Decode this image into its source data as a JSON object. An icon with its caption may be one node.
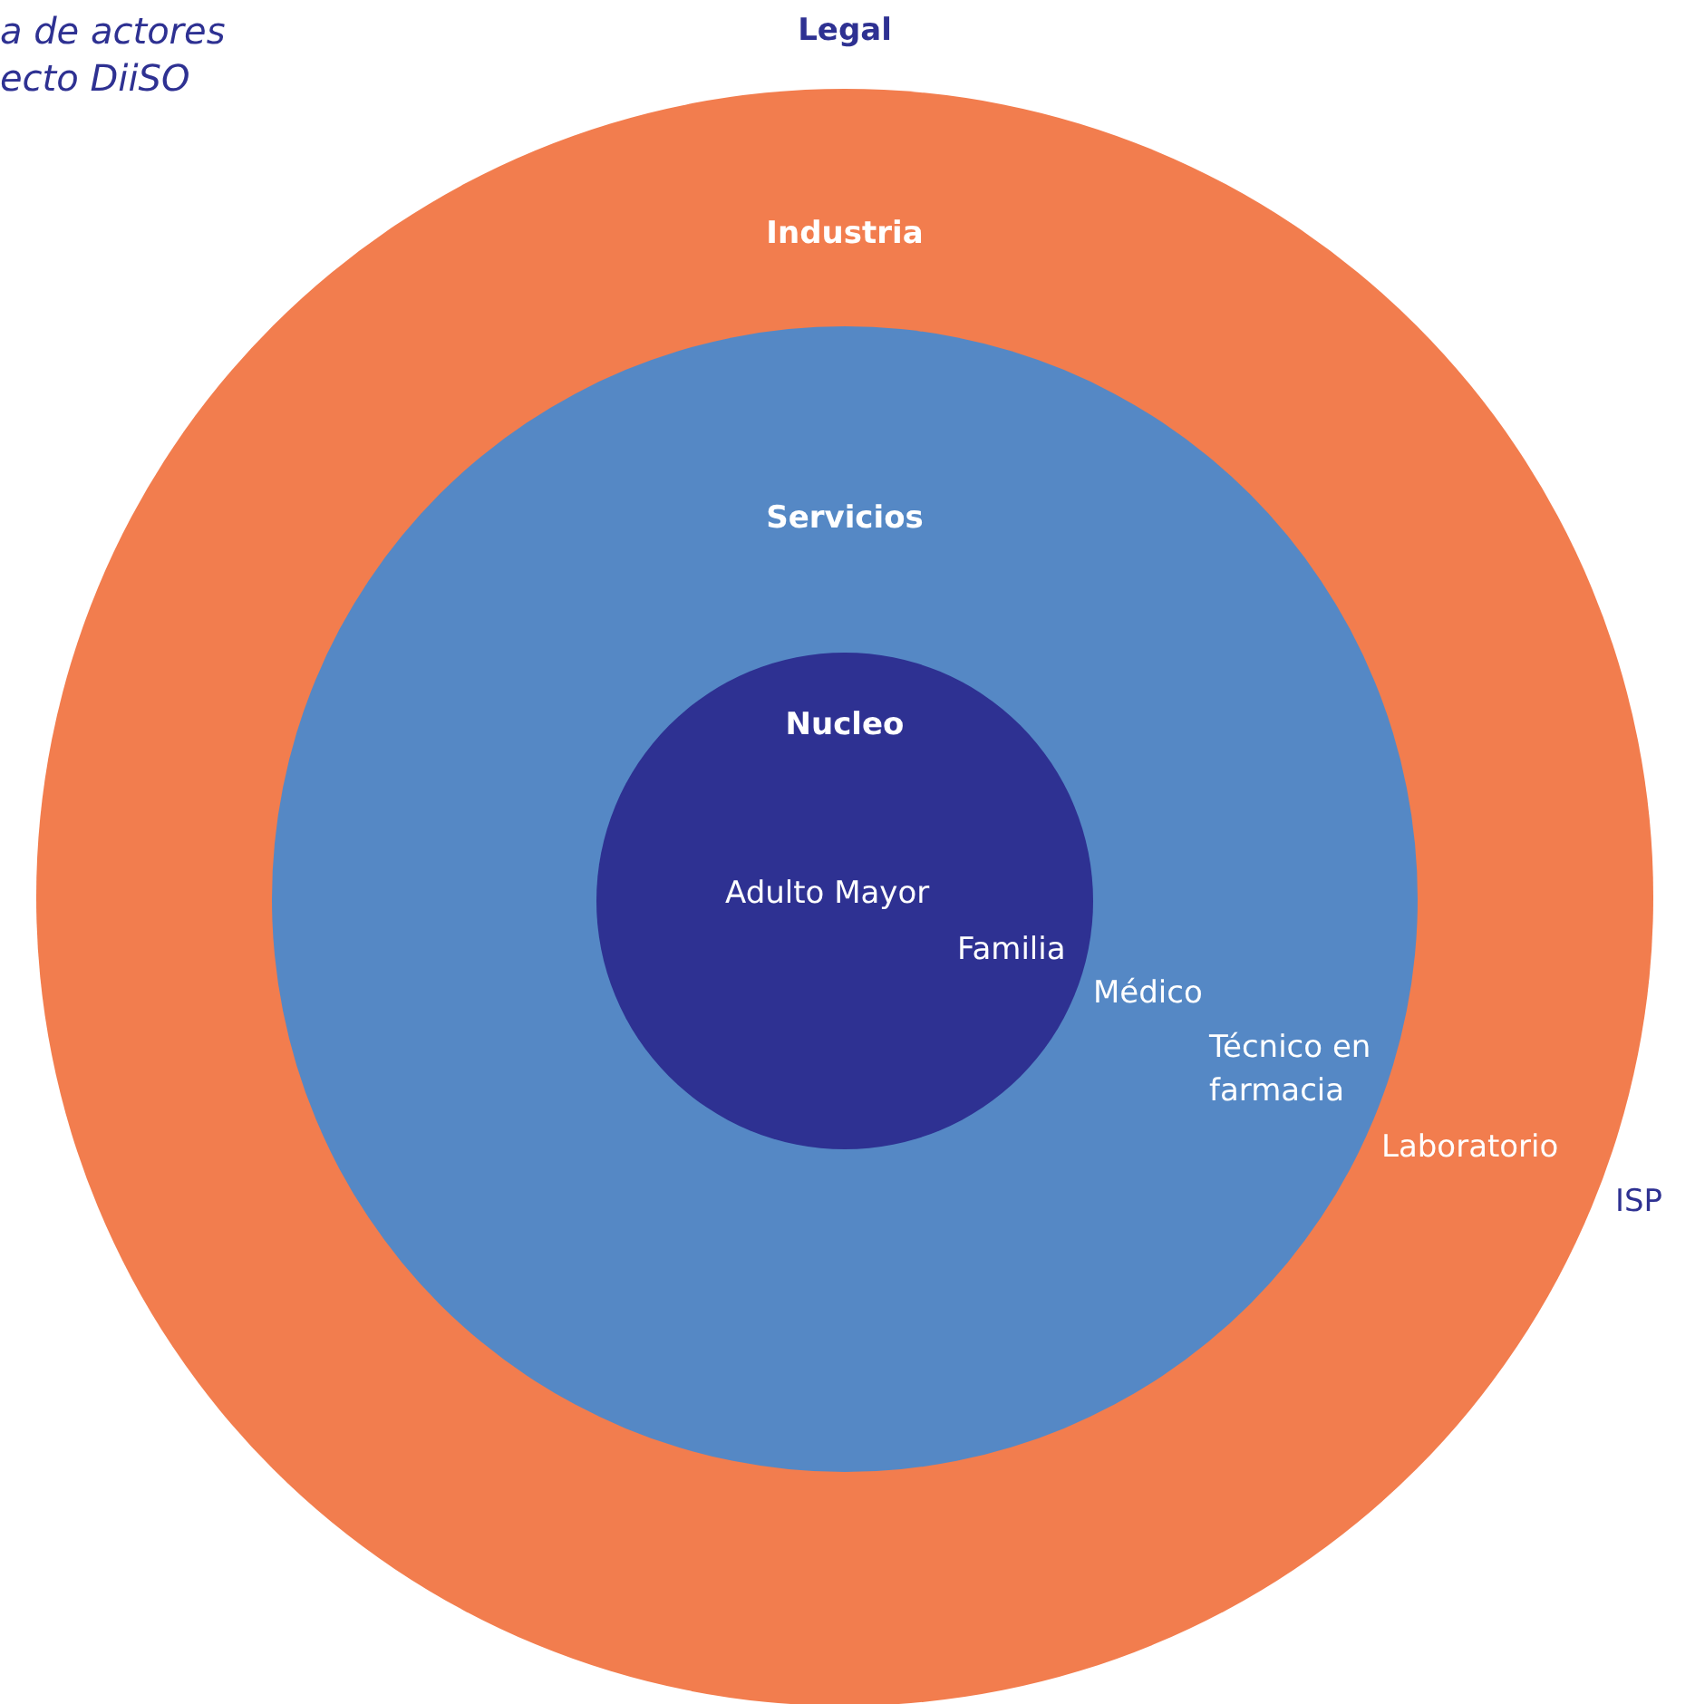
{
  "diagram": {
    "title": "a de actores ecto DiiSO",
    "nodes": [
      {
        "text": [
          "Industria"
        ]
      },
      {
        "text": [
          "Servicios"
        ],
        "in": 0
      },
      {
        "text": [
          "Nucleo"
        ],
        "in": 1
      }
    ],
    "edges": [],
    "labels": [
      "Legal",
      "Adulto Mayor",
      "Familia",
      "Médico",
      "Técnico en farmacia",
      "Laboratorio",
      "ISP"
    ]
  }
}
